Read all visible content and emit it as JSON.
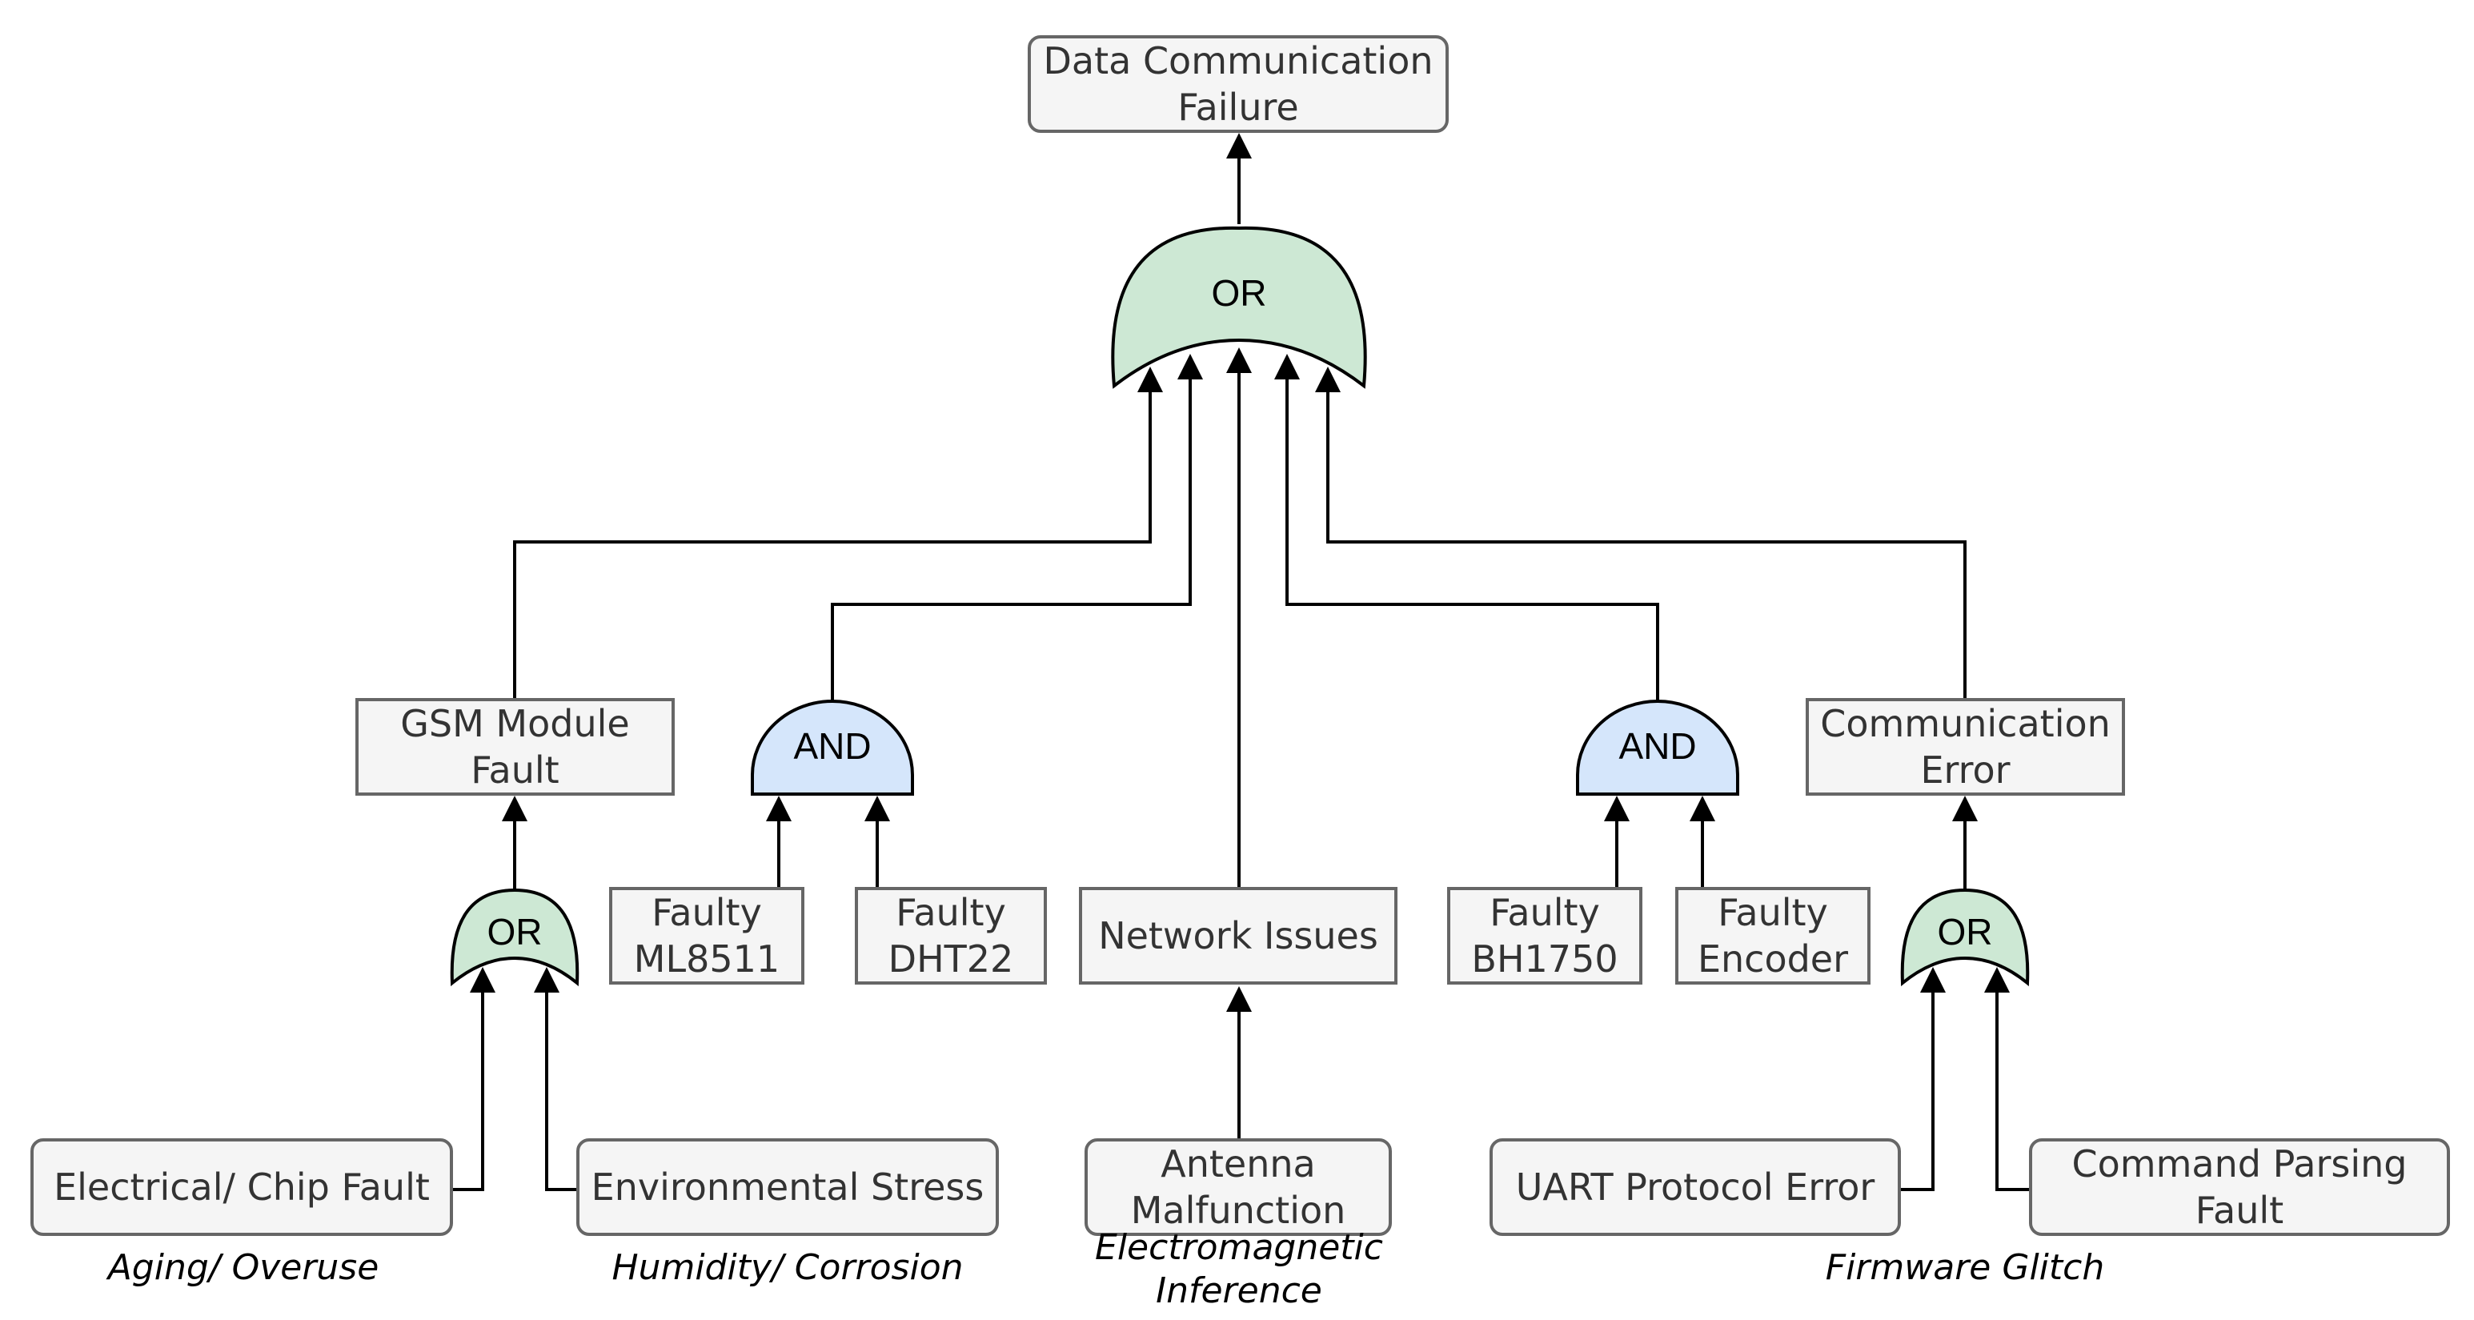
{
  "colors": {
    "box_fill": "#f5f5f5",
    "box_stroke": "#666666",
    "or_gate_fill": "#cde8d4",
    "and_gate_fill": "#d5e6fb",
    "line": "#000000"
  },
  "events": {
    "top": [
      "Data Communication",
      "Failure"
    ],
    "gsm": [
      "GSM Module",
      "Fault"
    ],
    "comm_error": [
      "Communication",
      "Error"
    ],
    "ml8511": [
      "Faulty",
      "ML8511"
    ],
    "dht22": [
      "Faulty",
      "DHT22"
    ],
    "network": [
      "Network Issues"
    ],
    "bh1750": [
      "Faulty",
      "BH1750"
    ],
    "encoder": [
      "Faulty",
      "Encoder"
    ],
    "electrical": [
      "Electrical/ Chip Fault"
    ],
    "environmental": [
      "Environmental Stress"
    ],
    "antenna": [
      "Antenna",
      "Malfunction"
    ],
    "uart": [
      "UART Protocol Error"
    ],
    "command": [
      "Command Parsing",
      "Fault"
    ]
  },
  "gates": {
    "top_or": "OR",
    "gsm_or": "OR",
    "sensor_and_left": "AND",
    "sensor_and_right": "AND",
    "comm_or": "OR"
  },
  "notes": {
    "aging": [
      "Aging/ Overuse"
    ],
    "humidity": [
      "Humidity/ Corrosion"
    ],
    "electromagnetic": [
      "Electromagnetic",
      "Inference"
    ],
    "firmware": [
      "Firmware Glitch"
    ]
  }
}
